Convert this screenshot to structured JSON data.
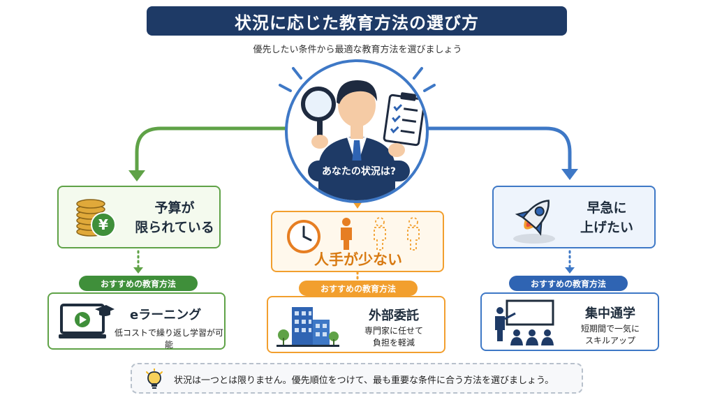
{
  "title": "状況に応じた教育方法の選び方",
  "subtitle": "優先したい条件から最適な教育方法を選びましょう",
  "center": {
    "label": "あなたの状況は?"
  },
  "recommend_label": "おすすめの教育方法",
  "branches": [
    {
      "condition_lines": [
        "予算が",
        "限られている"
      ],
      "method_title": "eラーニング",
      "method_desc_lines": [
        "低コストで繰り返し学習が可能"
      ]
    },
    {
      "condition_lines": [
        "人手が少ない"
      ],
      "method_title": "外部委託",
      "method_desc_lines": [
        "専門家に任せて",
        "負担を軽減"
      ]
    },
    {
      "condition_lines": [
        "早急に",
        "上げたい"
      ],
      "method_title": "集中通学",
      "method_desc_lines": [
        "短期間で一気に",
        "スキルアップ"
      ]
    }
  ],
  "tip": "状況は一つとは限りません。優先順位をつけて、最も重要な条件に合う方法を選びましょう。",
  "colors": {
    "navy": "#1e3a66",
    "green": "#5fa247",
    "orange": "#f29f2e",
    "blue": "#3e78c6"
  },
  "icons": [
    "magnifier-icon",
    "clipboard-icon",
    "yen-coins-icon",
    "clock-icon",
    "people-icon",
    "rocket-icon",
    "elearning-monitor-icon",
    "building-icon",
    "classroom-icon",
    "lightbulb-icon"
  ]
}
